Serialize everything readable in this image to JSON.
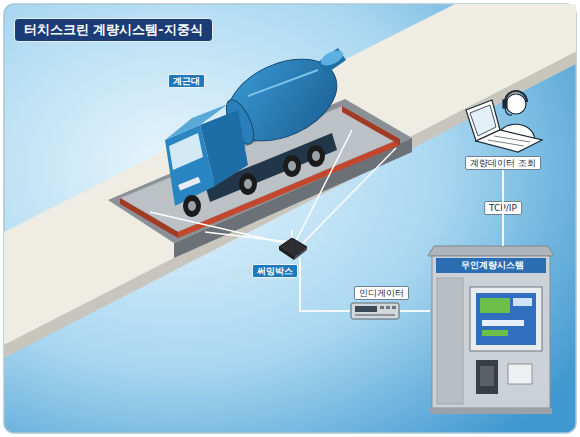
{
  "diagram": {
    "title": "터치스크린 계량시스템-지중식",
    "nodes": [
      {
        "text": [
          "계근대"
        ]
      },
      {
        "text": [
          "계량데이터 조회"
        ]
      },
      {
        "text": [
          "써밍박스"
        ]
      },
      {
        "text": [
          "무인계량시스템"
        ]
      },
      {
        "text": [
          "인디게이터"
        ]
      }
    ],
    "edges": [
      {
        "from": 0,
        "to": 2,
        "arrow": "none"
      },
      {
        "from": 2,
        "to": 4,
        "arrow": "none"
      },
      {
        "from": 4,
        "to": 3,
        "arrow": "none"
      },
      {
        "from": 3,
        "to": 1,
        "label": "TCP/IP",
        "arrow": "none"
      }
    ]
  }
}
